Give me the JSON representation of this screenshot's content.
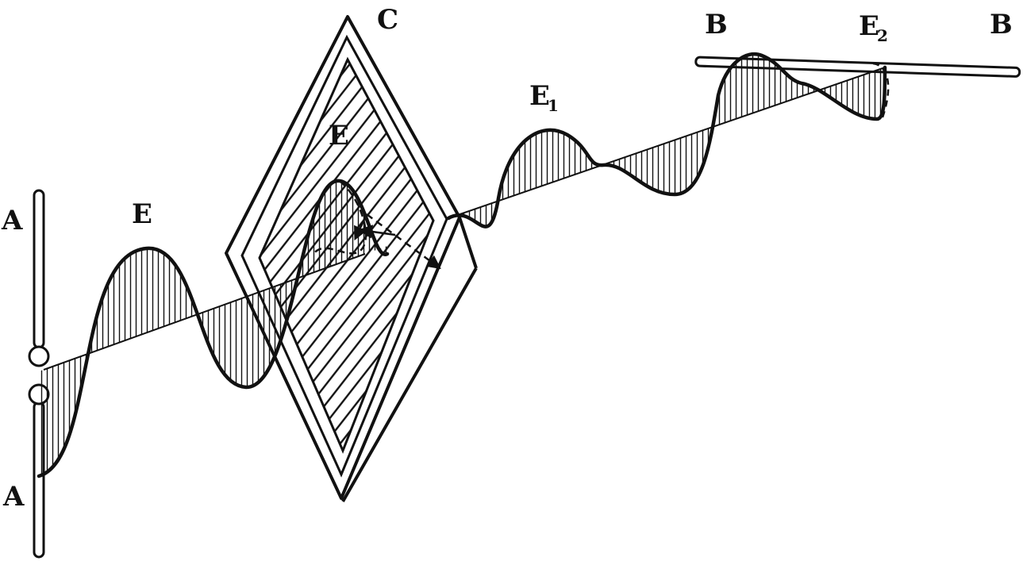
{
  "labels": {
    "antenna_a_top": "A",
    "antenna_a_bottom": "A",
    "wave_e_left": "E",
    "wave_e_mid": "E",
    "grid_c": "C",
    "wave_e1": "E",
    "wave_e1_sub": "1",
    "antenna_b_left": "B",
    "antenna_b_right": "B",
    "wave_e2": "E",
    "wave_e2_sub": "2"
  },
  "colors": {
    "ink": "#111111",
    "paper": "#ffffff"
  }
}
